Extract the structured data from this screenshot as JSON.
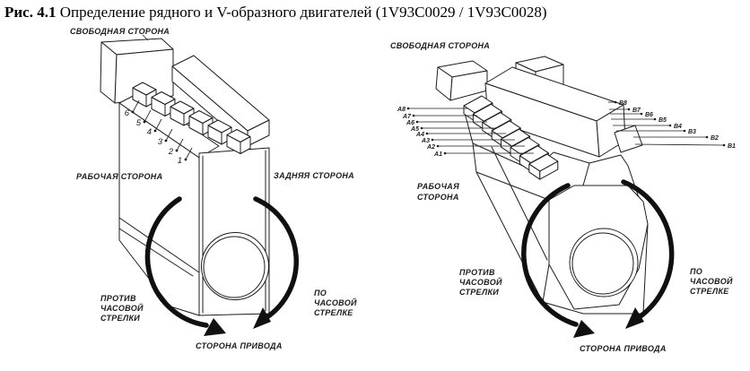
{
  "figure": {
    "number": "Рис. 4.1",
    "caption": "Определение рядного и V-образного двигателей (1V93C0029 / 1V93C0028)"
  },
  "colors": {
    "ink": "#1c1c1c",
    "arrow": "#101010",
    "background": "#ffffff"
  },
  "inline_engine": {
    "free_side": "СВОБОДНАЯ СТОРОНА",
    "working_side": "РАБОЧАЯ СТОРОНА",
    "rear_side": "ЗАДНЯЯ СТОРОНА",
    "ccw": [
      "ПРОТИВ",
      "ЧАСОВОЙ",
      "СТРЕЛКИ"
    ],
    "cw": [
      "ПО",
      "ЧАСОВОЙ",
      "СТРЕЛКЕ"
    ],
    "drive_side": "СТОРОНА ПРИВОДА",
    "cylinders": [
      "6",
      "5",
      "4",
      "3",
      "2",
      "1"
    ]
  },
  "v_engine": {
    "free_side": "СВОБОДНАЯ СТОРОНА",
    "working_side": [
      "РАБОЧАЯ",
      "СТОРОНА"
    ],
    "ccw": [
      "ПРОТИВ",
      "ЧАСОВОЙ",
      "СТРЕЛКИ"
    ],
    "cw": [
      "ПО",
      "ЧАСОВОЙ",
      "СТРЕЛКЕ"
    ],
    "drive_side": "СТОРОНА ПРИВОДА",
    "bank_a": [
      "А8",
      "А7",
      "А6",
      "А5",
      "А4",
      "А3",
      "А2",
      "А1"
    ],
    "bank_b": [
      "В8",
      "В7",
      "В6",
      "В5",
      "В4",
      "В3",
      "В2",
      "В1"
    ]
  }
}
